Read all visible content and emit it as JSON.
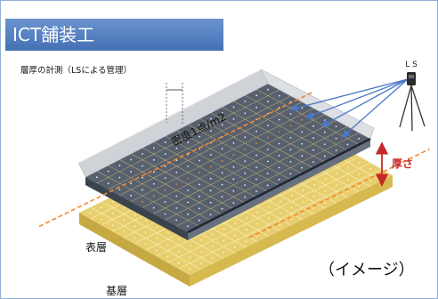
{
  "slide": {
    "title": "ICT舗装工",
    "subtitle": "層厚の計測（LSによる管理）",
    "caption": "（イメージ）"
  },
  "diagram": {
    "scanner_label": "L S",
    "density_label": "密度1点/m2",
    "thickness_label": "厚さ",
    "surface_layer_label": "表層",
    "base_layer_label": "基層"
  },
  "icons": {
    "scanner": "laser-scanner-tripod-icon"
  },
  "colors": {
    "banner": "#4a7bc4",
    "thickness_arrow": "#c62828",
    "scan_rays": "#4a78c8",
    "measure_lines": "#f08a30",
    "surface_layer": "#56606f",
    "base_layer": "#e8cf6e"
  }
}
